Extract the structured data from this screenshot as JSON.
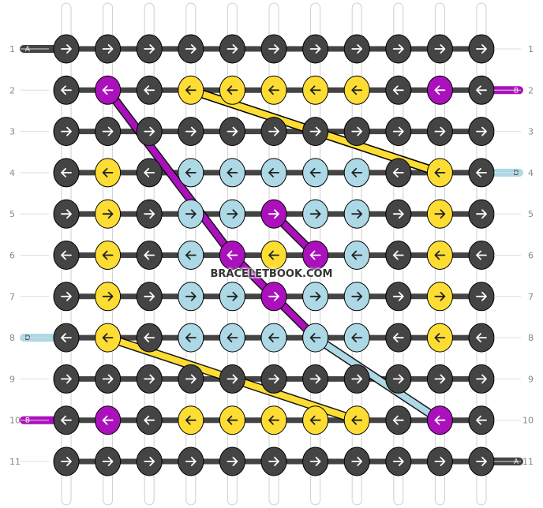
{
  "watermark": "BRACELETBOOK.COM",
  "colors": {
    "A": "#444444",
    "B": "#aa10bb",
    "C": "#fddd33",
    "D": "#add8e6",
    "arrow": "#ffffff",
    "outline": "#000000",
    "rownum": "#888888"
  },
  "left_strand_labels": [
    {
      "row": 1,
      "label": "A",
      "color": "A"
    },
    {
      "row": 8,
      "label": "D",
      "color": "D"
    },
    {
      "row": 10,
      "label": "B",
      "color": "B"
    }
  ],
  "right_strand_labels": [
    {
      "row": 2,
      "label": "B",
      "color": "B"
    },
    {
      "row": 4,
      "label": "D",
      "color": "D"
    },
    {
      "row": 11,
      "label": "A",
      "color": "A"
    }
  ],
  "rows": [
    {
      "number": "1",
      "dir": "right",
      "knots": [
        "A",
        "A",
        "A",
        "A",
        "A",
        "A",
        "A",
        "A",
        "A",
        "A",
        "A"
      ]
    },
    {
      "number": "2",
      "dir": "left",
      "knots": [
        "A",
        "B",
        "A",
        "C",
        "C",
        "C",
        "C",
        "C",
        "A",
        "B",
        "A"
      ]
    },
    {
      "number": "3",
      "dir": "right",
      "knots": [
        "A",
        "A",
        "A",
        "A",
        "A",
        "A",
        "A",
        "A",
        "A",
        "A",
        "A"
      ]
    },
    {
      "number": "4",
      "dir": "left",
      "knots": [
        "A",
        "C",
        "A",
        "D",
        "D",
        "D",
        "D",
        "D",
        "A",
        "C",
        "A"
      ]
    },
    {
      "number": "5",
      "dir": "right",
      "knots": [
        "A",
        "C",
        "A",
        "D",
        "D",
        "B",
        "D",
        "D",
        "A",
        "C",
        "A"
      ]
    },
    {
      "number": "6",
      "dir": "left",
      "knots": [
        "A",
        "C",
        "A",
        "D",
        "B",
        "C",
        "B",
        "D",
        "A",
        "C",
        "A"
      ]
    },
    {
      "number": "7",
      "dir": "right",
      "knots": [
        "A",
        "C",
        "A",
        "D",
        "D",
        "B",
        "D",
        "D",
        "A",
        "C",
        "A"
      ]
    },
    {
      "number": "8",
      "dir": "left",
      "knots": [
        "A",
        "C",
        "A",
        "D",
        "D",
        "D",
        "D",
        "D",
        "A",
        "C",
        "A"
      ]
    },
    {
      "number": "9",
      "dir": "right",
      "knots": [
        "A",
        "A",
        "A",
        "A",
        "A",
        "A",
        "A",
        "A",
        "A",
        "A",
        "A"
      ]
    },
    {
      "number": "10",
      "dir": "left",
      "knots": [
        "A",
        "B",
        "A",
        "C",
        "C",
        "C",
        "C",
        "C",
        "A",
        "B",
        "A"
      ]
    },
    {
      "number": "11",
      "dir": "right",
      "knots": [
        "A",
        "A",
        "A",
        "A",
        "A",
        "A",
        "A",
        "A",
        "A",
        "A",
        "A"
      ]
    }
  ]
}
